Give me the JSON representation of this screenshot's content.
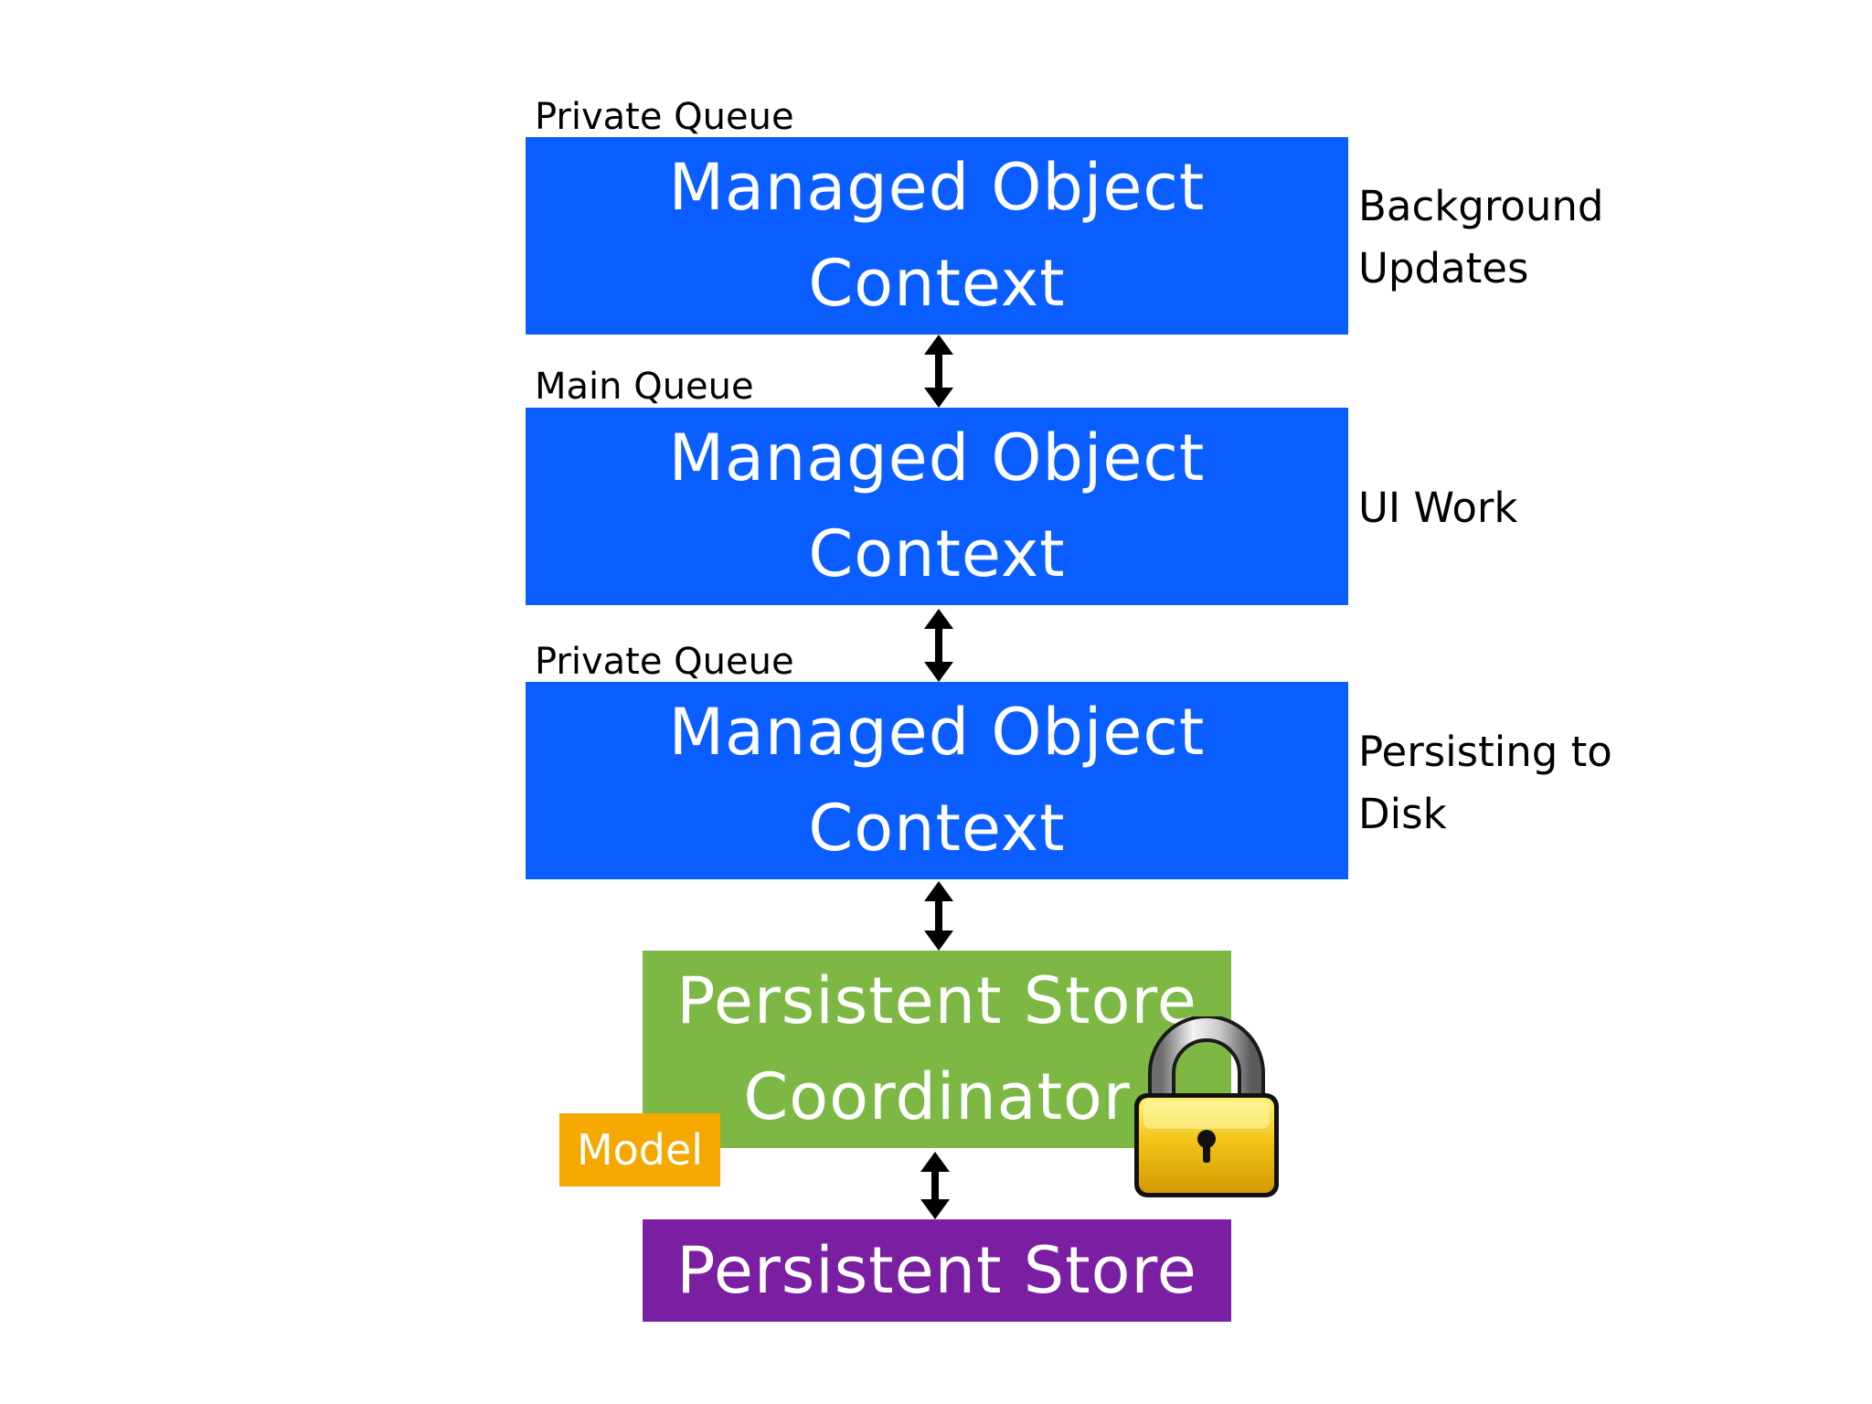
{
  "colors": {
    "moc_blue": "#0a5eff",
    "coordinator_green": "#7cb843",
    "store_purple": "#7b1fa2",
    "model_orange": "#f5a800",
    "lock_gold": "#f2c418"
  },
  "layers": [
    {
      "queue": "Private Queue",
      "title_line1": "Managed Object",
      "title_line2": "Context",
      "purpose_line1": "Background",
      "purpose_line2": "Updates"
    },
    {
      "queue": "Main Queue",
      "title_line1": "Managed Object",
      "title_line2": "Context",
      "purpose_line1": "UI Work",
      "purpose_line2": ""
    },
    {
      "queue": "Private Queue",
      "title_line1": "Managed Object",
      "title_line2": "Context",
      "purpose_line1": "Persisting to",
      "purpose_line2": "Disk"
    }
  ],
  "coordinator": {
    "line1": "Persistent Store",
    "line2": "Coordinator",
    "badge": "Model",
    "lock_icon": "lock-icon"
  },
  "store": {
    "label": "Persistent Store"
  },
  "connectors": [
    "double-arrow",
    "double-arrow",
    "double-arrow",
    "double-arrow"
  ]
}
